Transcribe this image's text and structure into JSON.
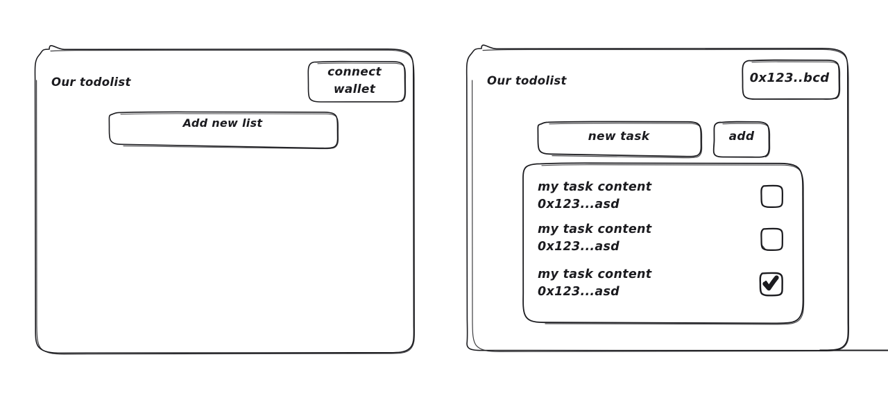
{
  "theme": {
    "background": "#ffffff",
    "stroke": "#1b1b1f",
    "fill": "none",
    "style": "hand-drawn-wireframe"
  },
  "panels": [
    {
      "name": "create-list-panel",
      "title": "Our todolist",
      "wallet_button": {
        "label_line1": "connect",
        "label_line2": "wallet"
      },
      "add_new_list_button": {
        "label": "Add new list"
      }
    },
    {
      "name": "task-list-panel",
      "title": "Our todolist",
      "wallet_badge": {
        "label": "0x123..bcd"
      },
      "new_task_input": {
        "value": "new task"
      },
      "add_button": {
        "label": "add"
      },
      "tasks": [
        {
          "content": "my task content",
          "owner": "0x123...asd",
          "checked": false
        },
        {
          "content": "my task content",
          "owner": "0x123...asd",
          "checked": false
        },
        {
          "content": "my task content",
          "owner": "0x123...asd",
          "checked": true
        }
      ]
    }
  ]
}
